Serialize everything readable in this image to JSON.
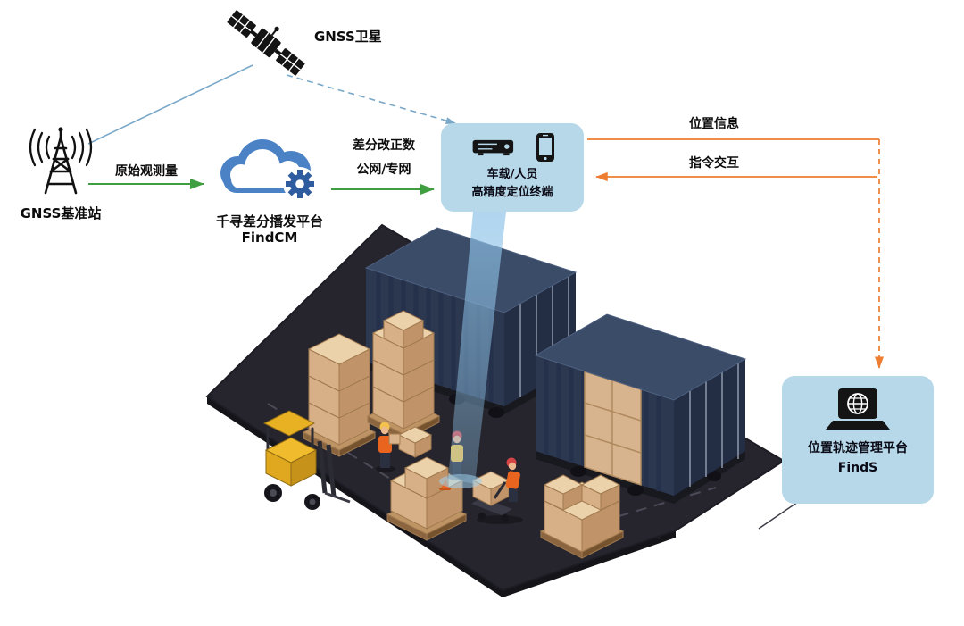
{
  "labels": {
    "satellite": "GNSS卫星",
    "base_station": "GNSS基准站",
    "raw_observation": "原始观测量",
    "cloud_platform_line1": "千寻差分播发平台",
    "cloud_platform_line2": "FindCM",
    "correction_line1": "差分改正数",
    "correction_line2": "公网/专网",
    "terminal_line1": "车载/人员",
    "terminal_line2": "高精度定位终端",
    "position_info": "位置信息",
    "command_interaction": "指令交互",
    "mgmt_platform_line1": "位置轨迹管理平台",
    "mgmt_platform_line2": "FindS"
  },
  "colors": {
    "panel_blue": "#b7d8e9",
    "arrow_green": "#3f9e3f",
    "arrow_orange": "#ed7d31",
    "link_blue": "#79a8c9",
    "cloud_blue": "#4b82c6",
    "gear_blue": "#2f5c9e",
    "container_navy": "#2c3850",
    "platform_dark": "#26252e",
    "carton_tan": "#d9b38c",
    "forklift_yellow": "#f0bc2e"
  },
  "icons": {
    "satellite": "satellite-icon",
    "base_station": "radio-tower-icon",
    "cloud": "cloud-icon",
    "gear": "gear-icon",
    "vehicle_terminal": "terminal-device-icon",
    "phone": "smartphone-icon",
    "laptop_globe": "laptop-globe-icon"
  }
}
